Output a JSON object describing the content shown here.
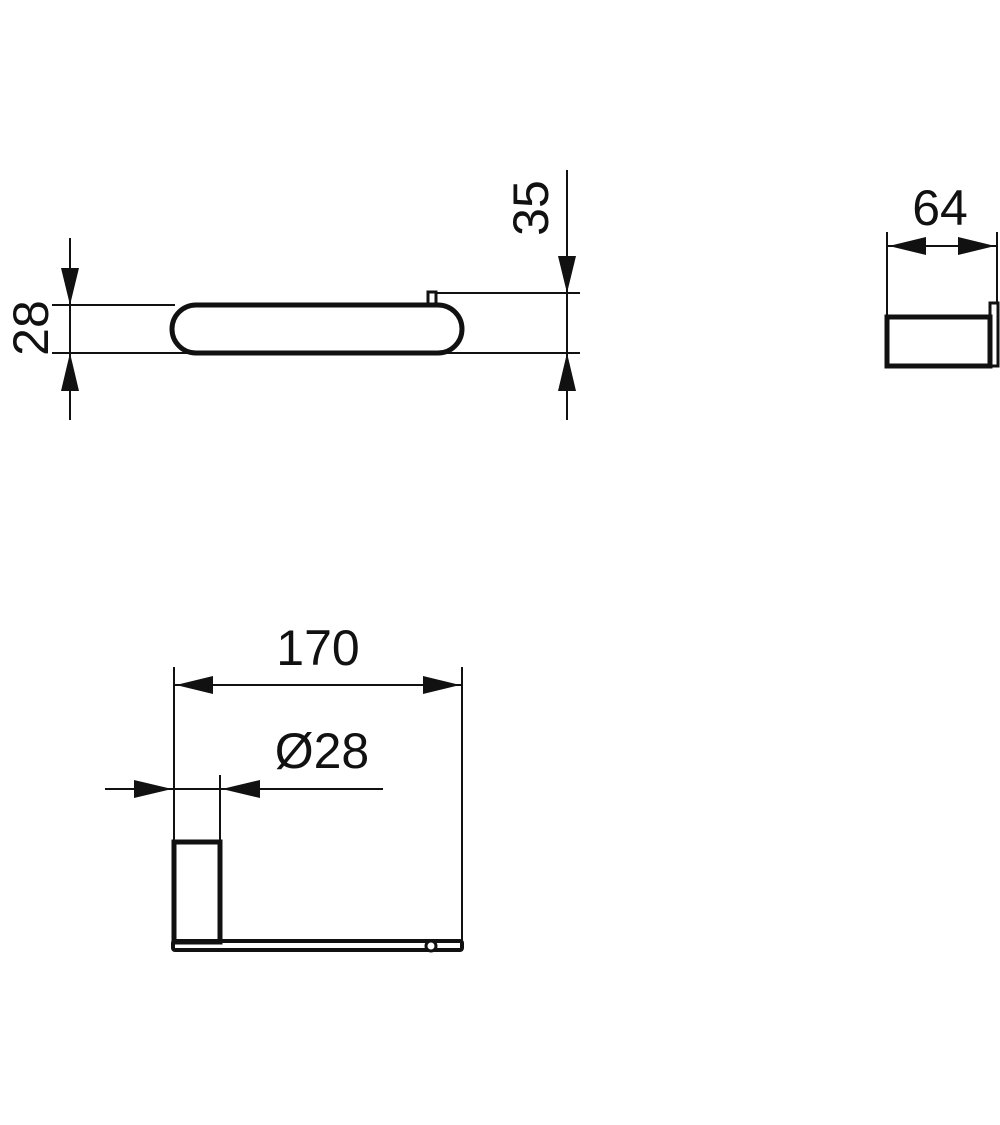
{
  "colors": {
    "line": "#111111",
    "background": "#ffffff"
  },
  "dimensions": {
    "top_view": {
      "height": "28",
      "overall_height": "35"
    },
    "side_view": {
      "depth": "64"
    },
    "front_view": {
      "length": "170",
      "diameter": "Ø28"
    }
  }
}
